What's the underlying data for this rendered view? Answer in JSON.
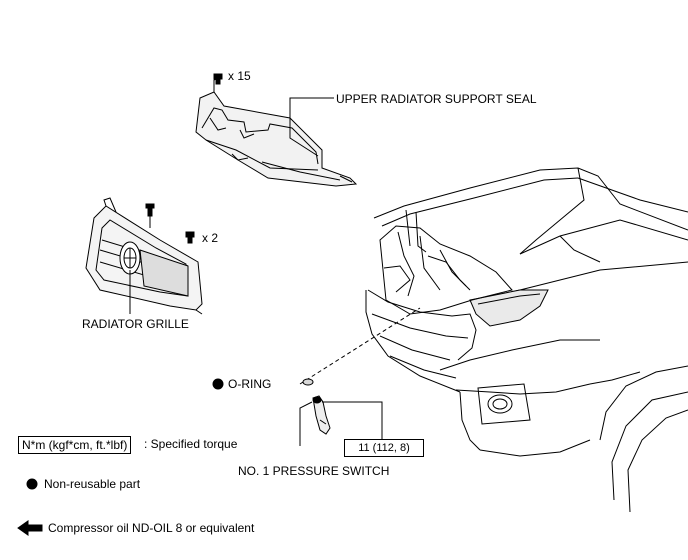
{
  "labels": {
    "upper_seal": "UPPER RADIATOR SUPPORT SEAL",
    "seal_qty": "x 15",
    "grille": "RADIATOR GRILLE",
    "grille_qty": "x 2",
    "oring": "O-RING",
    "pressure_switch": "NO. 1 PRESSURE SWITCH",
    "torque_value": "11 (112, 8)"
  },
  "legend": {
    "torque_box": "N*m (kgf*cm, ft.*lbf)",
    "torque_desc": ": Specified torque",
    "nonreusable": "Non-reusable part",
    "oil": "Compressor oil ND-OIL 8 or equivalent"
  }
}
